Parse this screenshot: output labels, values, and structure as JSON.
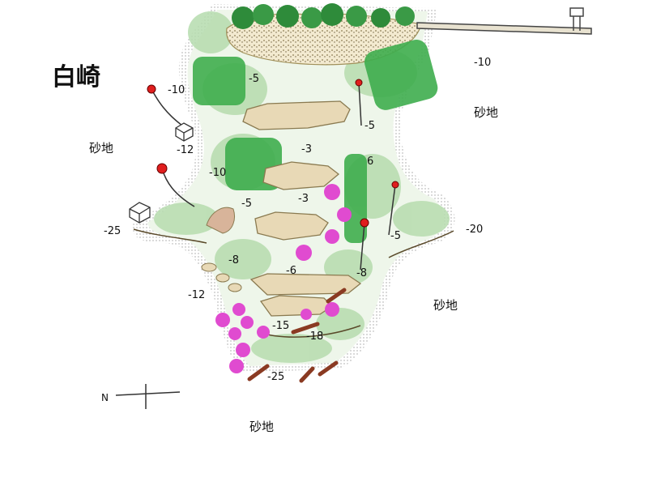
{
  "map": {
    "title": "白崎",
    "sand_label": "砂地",
    "north_label": "N",
    "depths": {
      "d1": "-10",
      "d2": "-5",
      "d3": "-10",
      "d4": "-5",
      "d5": "-12",
      "d6": "-3",
      "d7": "-10",
      "d8": "-5",
      "d9": "-3",
      "d10": "6",
      "d11": "-25",
      "d12": "-5",
      "d13": "-20",
      "d14": "-8",
      "d15": "-6",
      "d16": "-8",
      "d17": "-12",
      "d18": "-15",
      "d19": "-18",
      "d20": "-25"
    },
    "colors": {
      "reef_green": "#b6dcae",
      "rock": "#e8d9b6",
      "soft_coral": "#e04bd0",
      "buoy": "#e01e1e",
      "tree": "#2e8b3a"
    }
  }
}
